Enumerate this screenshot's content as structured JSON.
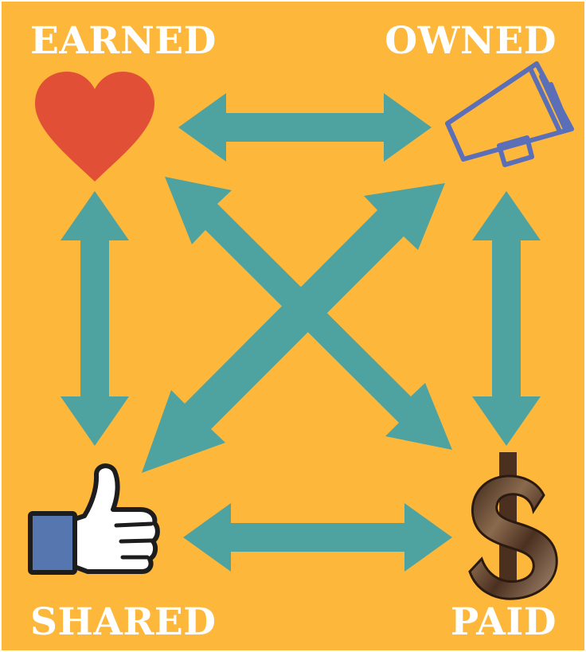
{
  "labels": {
    "earned": "EARNED",
    "owned": "OWNED",
    "shared": "SHARED",
    "paid": "PAID"
  },
  "icons": {
    "earned": "heart-icon",
    "owned": "megaphone-icon",
    "shared": "thumbs-up-icon",
    "paid": "dollar-sign-icon"
  },
  "colors": {
    "background": "#fdb73a",
    "arrow": "#4ea3a1",
    "heart": "#e04f36",
    "megaphone": "#5b6fb8",
    "thumb_cuff": "#5676b0",
    "dollar": "#6b4a2f",
    "label": "#ffffff"
  }
}
